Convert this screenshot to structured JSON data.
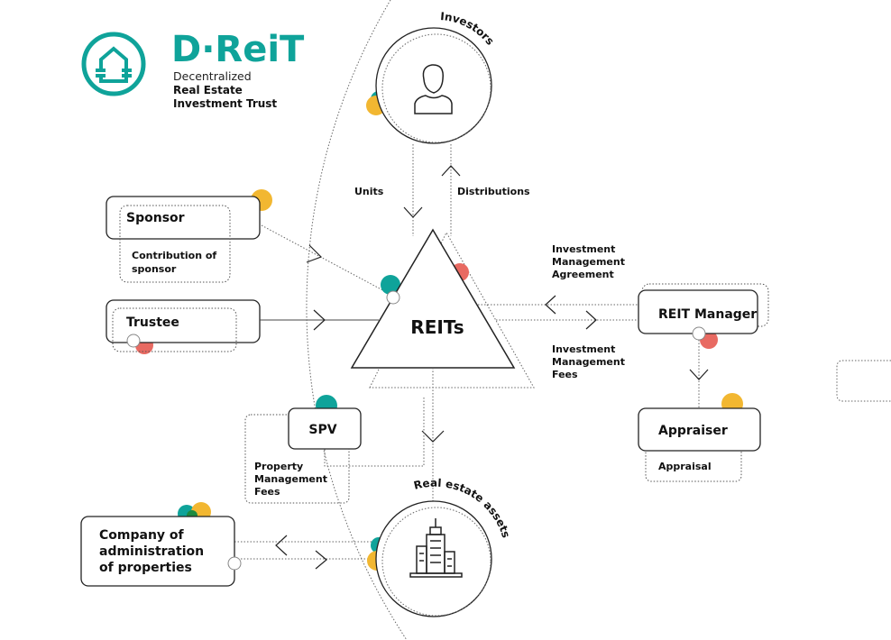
{
  "logo": {
    "brand": "D·ReiT",
    "line1": "Decentralized",
    "line2": "Real Estate",
    "line3": "Investment Trust",
    "color": "#0fa39a"
  },
  "nodes": {
    "investors": "Investors",
    "reits": "REITs",
    "sponsor": "Sponsor",
    "trustee": "Trustee",
    "reit_manager": "REIT Manager",
    "appraiser": "Appraiser",
    "spv": "SPV",
    "real_estate": "Real estate assets",
    "company": [
      "Company of",
      "administration",
      "of properties"
    ]
  },
  "flows": {
    "units": "Units",
    "distributions": "Distributions",
    "contribution": [
      "Contribution of",
      "sponsor"
    ],
    "ima": [
      "Investment",
      "Management",
      "Agreement"
    ],
    "imf": [
      "Investment",
      "Management",
      "Fees"
    ],
    "appraisal": "Appraisal",
    "pmf": [
      "Property",
      "Management",
      "Fees"
    ]
  },
  "colors": {
    "teal": "#0fa39a",
    "yellow": "#f2b731",
    "red": "#e86a62",
    "green": "#1d8a3f"
  }
}
